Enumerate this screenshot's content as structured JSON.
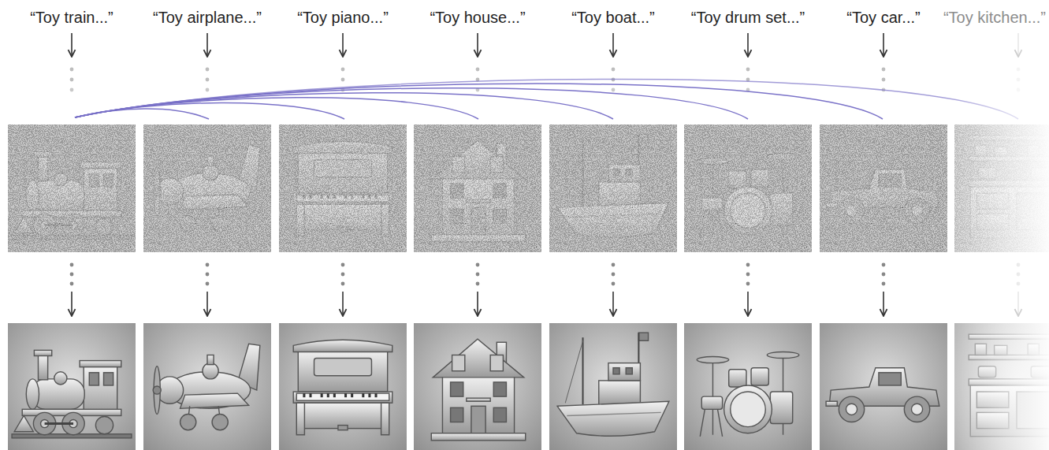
{
  "diagram": {
    "labels": [
      "“Toy train...”",
      "“Toy airplane...”",
      "“Toy piano...”",
      "“Toy house...”",
      "“Toy boat...”",
      "“Toy drum set...”",
      "“Toy car...”",
      "“Toy kitchen...”"
    ]
  }
}
